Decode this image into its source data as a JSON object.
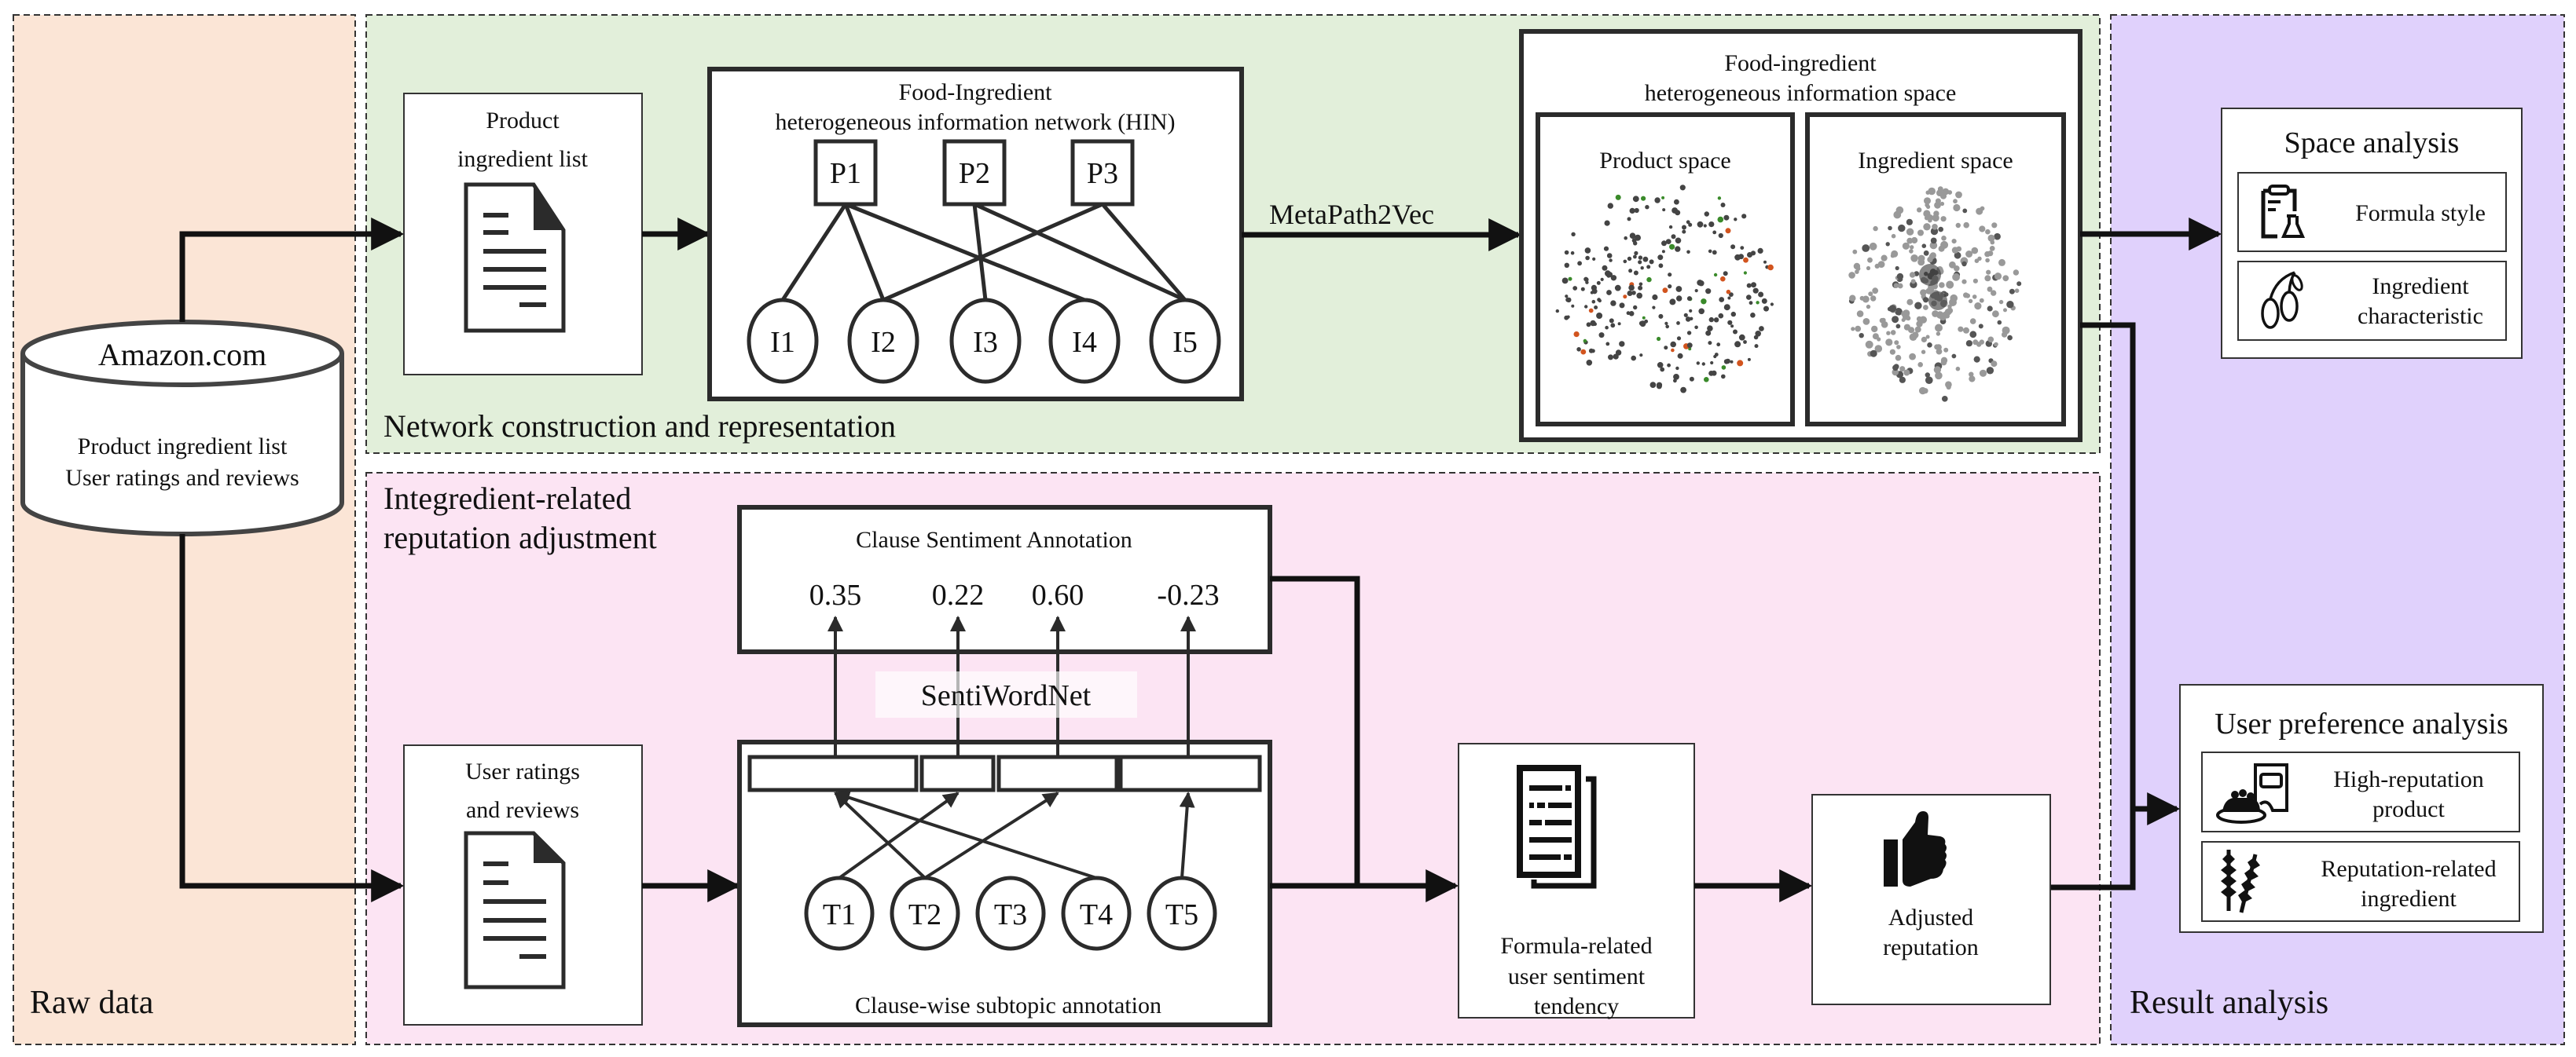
{
  "panels": {
    "raw": {
      "label": "Raw data",
      "color": "#FBE5D6"
    },
    "network": {
      "label": "Network construction and representation",
      "color": "#E2EFDA"
    },
    "reputation": {
      "label_line1": "Integredient-related",
      "label_line2": "reputation adjustment",
      "color": "#FCE4F3"
    },
    "result": {
      "label": "Result analysis",
      "color": "#E0D1FC"
    }
  },
  "database": {
    "title": "Amazon.com",
    "line1": "Product ingredient list",
    "line2": "User ratings and reviews"
  },
  "product_list": {
    "line1": "Product",
    "line2": "ingredient list",
    "icon": "document-icon"
  },
  "hin": {
    "title_line1": "Food-Ingredient",
    "title_line2": "heterogeneous information network (HIN)",
    "products": [
      "P1",
      "P2",
      "P3"
    ],
    "ingredients": [
      "I1",
      "I2",
      "I3",
      "I4",
      "I5"
    ],
    "edges": [
      [
        "P1",
        "I1"
      ],
      [
        "P1",
        "I2"
      ],
      [
        "P1",
        "I4"
      ],
      [
        "P2",
        "I3"
      ],
      [
        "P2",
        "I5"
      ],
      [
        "P3",
        "I2"
      ],
      [
        "P3",
        "I5"
      ]
    ]
  },
  "embedding_method": "MetaPath2Vec",
  "space": {
    "title_line1": "Food-ingredient",
    "title_line2": "heterogeneous information space",
    "product_space": "Product space",
    "ingredient_space": "Ingredient space"
  },
  "user_reviews": {
    "line1": "User ratings",
    "line2": "and reviews",
    "icon": "document-icon"
  },
  "clause_sentiment": {
    "title": "Clause Sentiment Annotation",
    "scores": [
      "0.35",
      "0.22",
      "0.60",
      "-0.23"
    ]
  },
  "lexicon": "SentiWordNet",
  "clause_subtopic": {
    "title": "Clause-wise subtopic annotation",
    "topics": [
      "T1",
      "T2",
      "T3",
      "T4",
      "T5"
    ],
    "links": [
      [
        "T1",
        1
      ],
      [
        "T2",
        0
      ],
      [
        "T2",
        2
      ],
      [
        "T4",
        0
      ],
      [
        "T5",
        3
      ]
    ]
  },
  "formula_sentiment": {
    "line1": "Formula-related",
    "line2": "user sentiment",
    "line3": "tendency",
    "icon": "documents-icon"
  },
  "adjusted": {
    "line1": "Adjusted",
    "line2": "reputation",
    "icon": "thumbs-up-icon"
  },
  "space_analysis": {
    "title": "Space analysis",
    "items": [
      {
        "label": "Formula style",
        "icon": "clipboard-flask-icon"
      },
      {
        "label_line1": "Ingredient",
        "label_line2": "characteristic",
        "icon": "olives-icon"
      }
    ]
  },
  "user_preference": {
    "title": "User preference analysis",
    "items": [
      {
        "label_line1": "High-reputation",
        "label_line2": "product",
        "icon": "pet-food-icon"
      },
      {
        "label_line1": "Reputation-related",
        "label_line2": "ingredient",
        "icon": "wheat-icon"
      }
    ]
  }
}
